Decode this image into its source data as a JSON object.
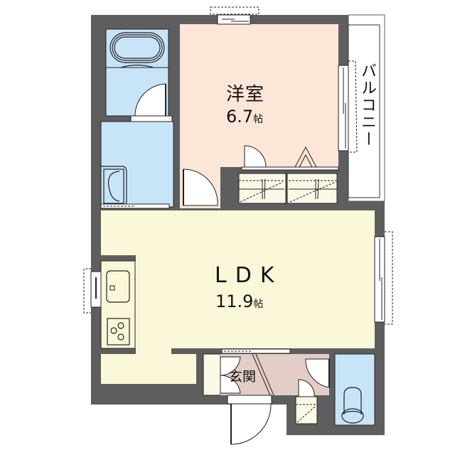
{
  "floorplan": {
    "colors": {
      "wall": "#5e5e5e",
      "western_room": "#fbe6d8",
      "ldk": "#fbf8da",
      "wet_area": "#c8e4f8",
      "entrance": "#e3cdc6",
      "storage": "#fbf8e6",
      "balcony": "#ffffff",
      "line": "#1a1a1a"
    },
    "rooms": {
      "western": {
        "name": "洋室",
        "area": "6.7",
        "unit": "帖"
      },
      "ldk": {
        "name": "LDK",
        "area": "11.9",
        "unit": "帖"
      },
      "entrance": {
        "name": "玄関"
      },
      "balcony": {
        "name": "バルコニー"
      }
    },
    "fixtures": {
      "bathtub": "bathtub-icon",
      "washbasin": "washbasin-icon",
      "kitchen_sink": "sink-icon",
      "stove": "stove-burners-icon",
      "toilet": "toilet-icon"
    }
  }
}
